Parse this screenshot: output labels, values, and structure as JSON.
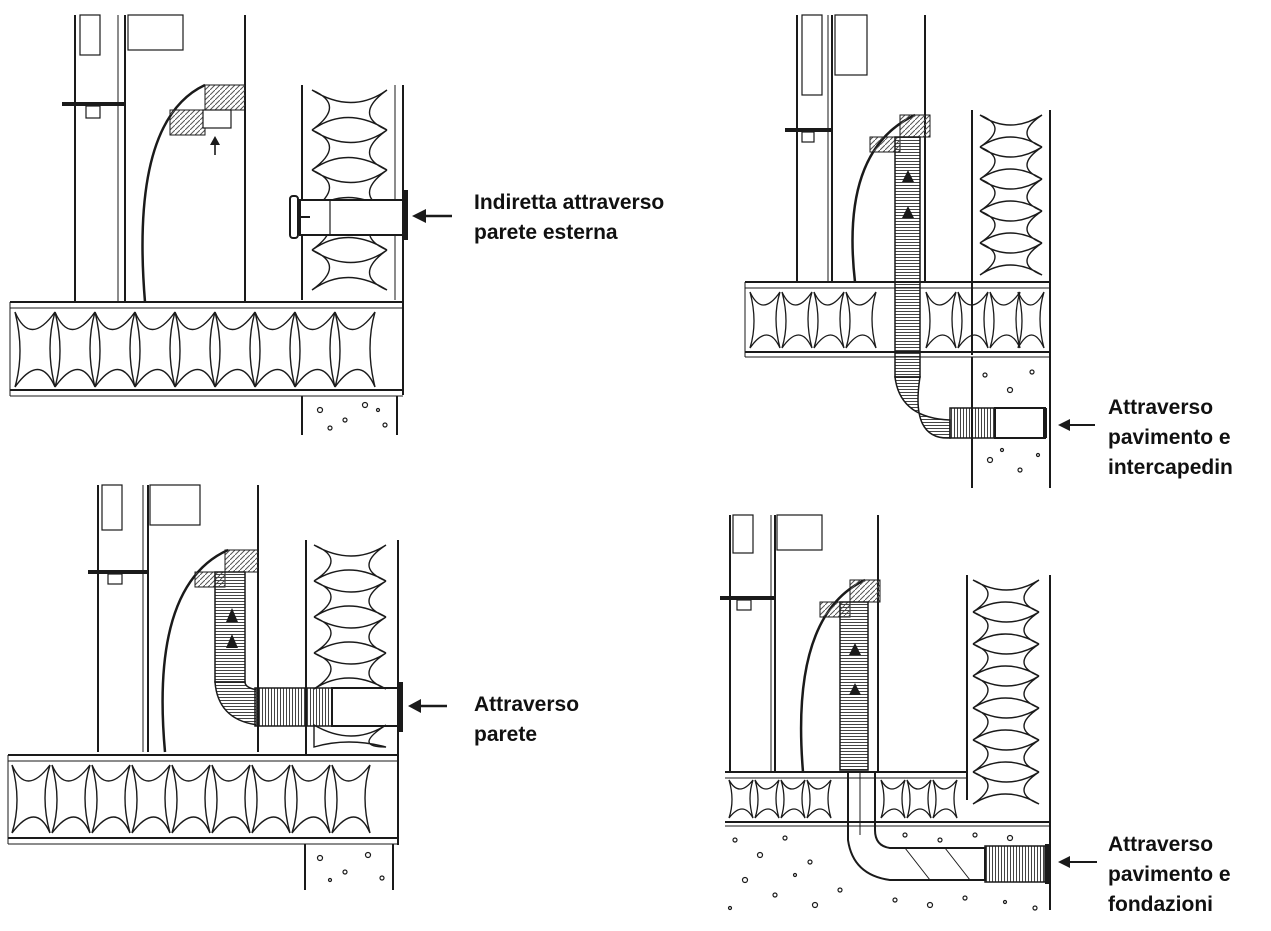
{
  "colors": {
    "ink": "#1a1a1a",
    "background": "#ffffff",
    "hatch": "#555555"
  },
  "icons": [
    "arrow-left-icon",
    "arrow-up-icon"
  ],
  "scenarios": [
    {
      "id": "external-wall",
      "label_lines": [
        "Indiretta attraverso",
        "parete esterna"
      ]
    },
    {
      "id": "floor-cavity",
      "label_lines": [
        "Attraverso",
        "pavimento e",
        "intercapedin"
      ]
    },
    {
      "id": "through-wall",
      "label_lines": [
        "Attraverso",
        "parete"
      ]
    },
    {
      "id": "floor-foundation",
      "label_lines": [
        "Attraverso",
        "pavimento e",
        "fondazioni"
      ]
    }
  ]
}
